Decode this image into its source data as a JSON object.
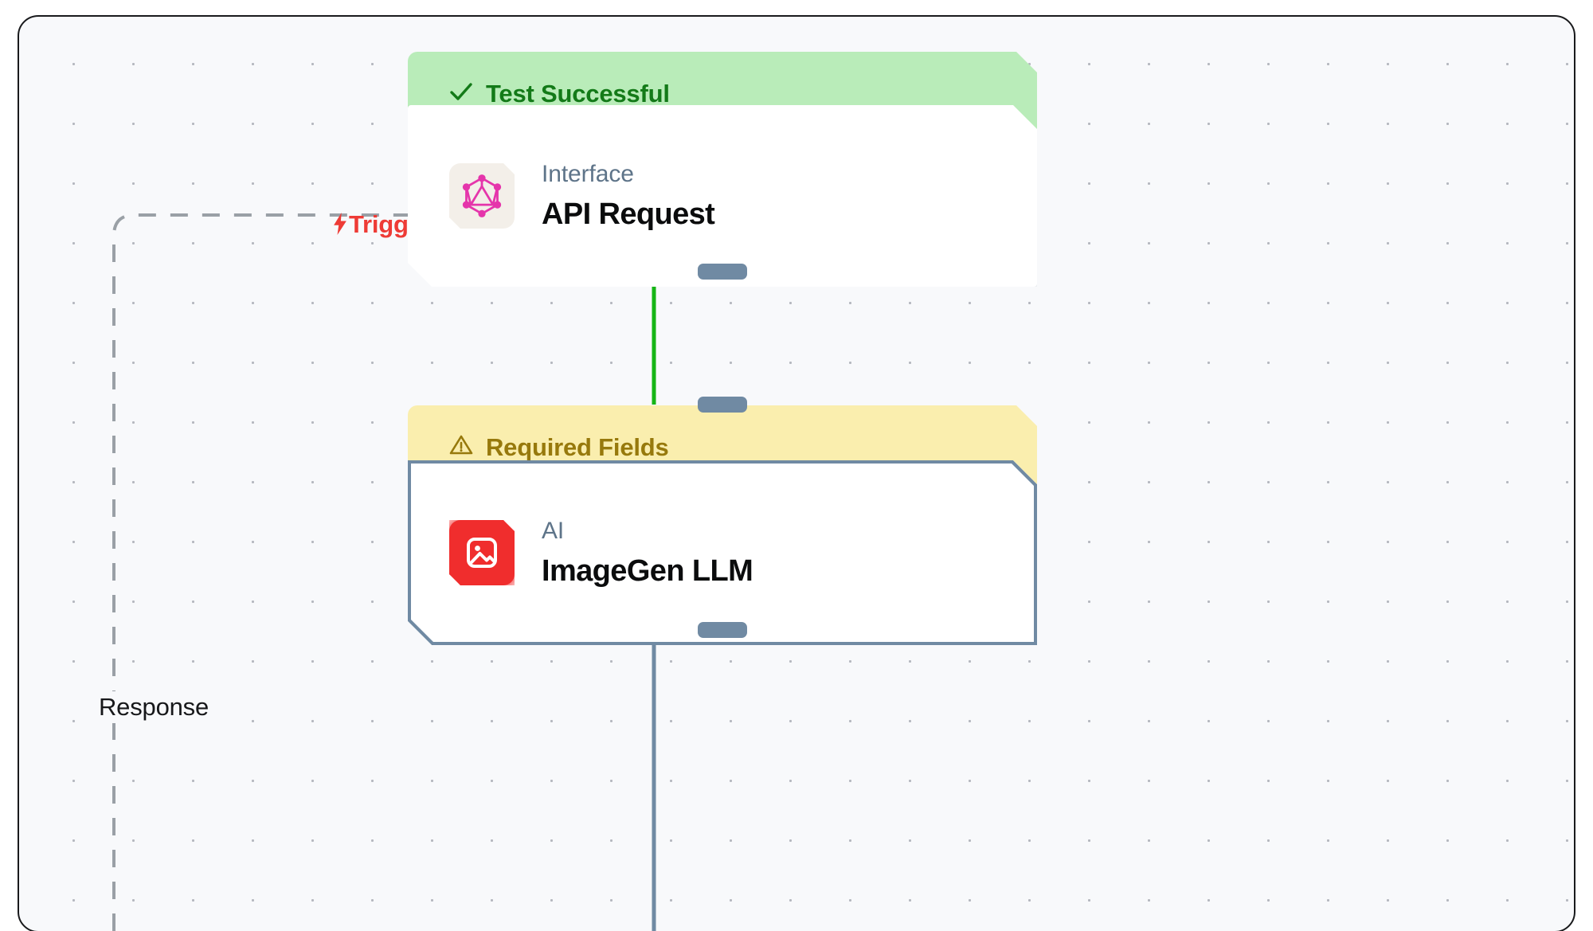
{
  "canvas": {
    "background_color": "#f8f9fb",
    "grid": "dot-grid",
    "frame_color": "#191a1c"
  },
  "edges": [
    {
      "name": "trigger-edge",
      "label": "Trigger",
      "icon": "lightning-bolt-icon",
      "icon_glyph": "⚡",
      "color": "#ee3b36",
      "style": "dashed",
      "line_color": "#9aa0a6"
    },
    {
      "name": "response-edge",
      "label": "Response",
      "color": "#17181a",
      "style": "dashed",
      "line_color": "#9aa0a6"
    },
    {
      "name": "api-to-imagegen-edge",
      "label": "",
      "color": "#16b516",
      "style": "solid"
    },
    {
      "name": "imagegen-output-edge",
      "label": "",
      "color": "#708aa3",
      "style": "solid"
    }
  ],
  "nodes": [
    {
      "id": "api-request",
      "banner": {
        "text": "Test Successful",
        "status": "success",
        "icon": "check-icon",
        "icon_glyph": "✓",
        "background_color": "#b9ecb9",
        "text_color": "#137a18"
      },
      "icon": "graphql-icon",
      "icon_color": "#e535ab",
      "icon_background": "#f3efe9",
      "kind": "Interface",
      "title": "API Request"
    },
    {
      "id": "imagegen-llm",
      "banner": {
        "text": "Required Fields",
        "status": "warning",
        "icon": "warning-triangle-icon",
        "icon_glyph": "⚠",
        "background_color": "#faeeae",
        "text_color": "#97790c"
      },
      "icon": "image-icon",
      "icon_color": "#ffffff",
      "icon_background": "#f02d2d",
      "kind": "AI",
      "title": "ImageGen LLM"
    }
  ]
}
